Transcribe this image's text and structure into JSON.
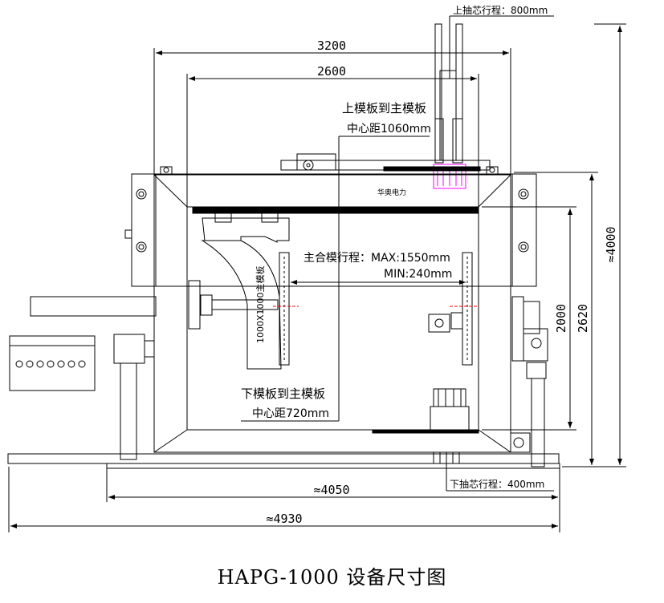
{
  "caption": "HAPG-1000 设备尺寸图",
  "dimensions": {
    "top_core_stroke": "上抽芯行程：800mm",
    "overall_width": "3200",
    "platen_width": "2600",
    "upper_to_main_line1": "上模板到主模板",
    "upper_to_main_line2": "中心距1060mm",
    "logo_text": "华奥电力",
    "main_stroke_line1": "主合模行程：MAX:1550mm",
    "main_stroke_line2": "MIN:240mm",
    "vertical_plate_label": "1000X1000主模板",
    "lower_to_main_line1": "下模板到主模板",
    "lower_to_main_line2": "中心距720mm",
    "bottom_core_stroke": "下抽芯行程：400mm",
    "base_length": "≈4050",
    "total_length": "≈4930",
    "inner_height": "2000",
    "frame_height": "2620",
    "total_height": "≈4000"
  },
  "colors": {
    "line": "#000000",
    "accent": "#ff00ff",
    "centerline": "#ff0000"
  }
}
